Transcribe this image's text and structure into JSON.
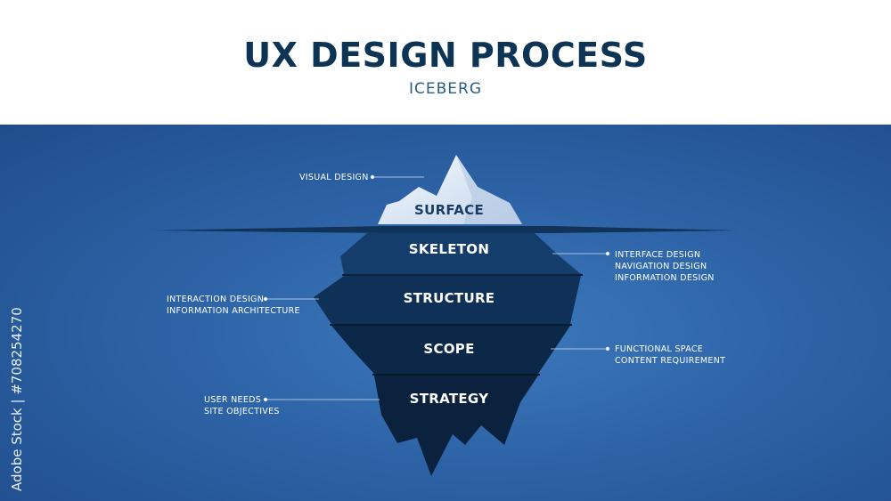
{
  "header": {
    "title": "UX DESIGN PROCESS",
    "subtitle": "ICEBERG"
  },
  "layers": {
    "surface": "SURFACE",
    "skeleton": "SKELETON",
    "structure": "STRUCTURE",
    "scope": "SCOPE",
    "strategy": "STRATEGY"
  },
  "annotations": {
    "visual": [
      "VISUAL DESIGN"
    ],
    "interface": [
      "INTERFACE DESIGN",
      "NAVIGATION DESIGN",
      "INFORMATION DESIGN"
    ],
    "interaction": [
      "INTERACTION DESIGN",
      "INFORMATION ARCHITECTURE"
    ],
    "functional": [
      "FUNCTIONAL SPACE",
      "CONTENT REQUIREMENT"
    ],
    "user": [
      "USER NEEDS",
      "SITE OBJECTIVES"
    ]
  },
  "watermark": "Adobe Stock | #708254270",
  "colors": {
    "title": "#0d3455",
    "ocean": "#2d63a6",
    "tip": "#e6eef8",
    "skeleton": "#153d6b",
    "structure": "#0f3158",
    "scope": "#0c2848",
    "strategy": "#0a223d"
  }
}
